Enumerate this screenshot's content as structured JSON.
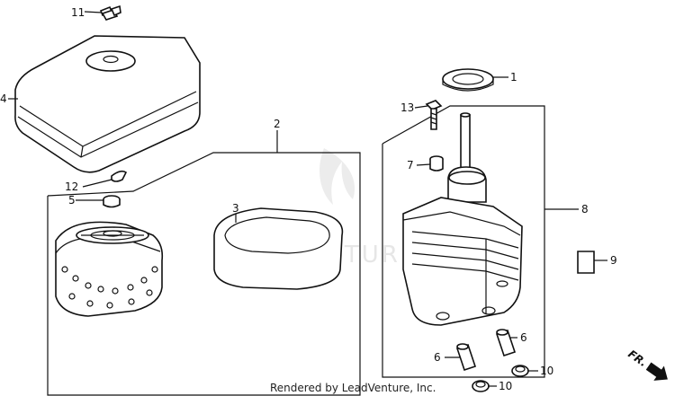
{
  "diagram": {
    "callouts": [
      {
        "id": "1",
        "text": "1"
      },
      {
        "id": "2",
        "text": "2"
      },
      {
        "id": "3",
        "text": "3"
      },
      {
        "id": "4",
        "text": "4"
      },
      {
        "id": "5",
        "text": "5"
      },
      {
        "id": "6a",
        "text": "6"
      },
      {
        "id": "6b",
        "text": "6"
      },
      {
        "id": "7",
        "text": "7"
      },
      {
        "id": "8",
        "text": "8"
      },
      {
        "id": "9",
        "text": "9"
      },
      {
        "id": "10a",
        "text": "10"
      },
      {
        "id": "10b",
        "text": "10"
      },
      {
        "id": "11",
        "text": "11"
      },
      {
        "id": "12",
        "text": "12"
      },
      {
        "id": "13",
        "text": "13"
      }
    ],
    "direction_marker": "FR.",
    "watermark": "LEADVENTURE",
    "footer": "Rendered by LeadVenture, Inc."
  },
  "colors": {
    "line": "#111111",
    "background": "#ffffff",
    "watermark": "#e6e6e6"
  }
}
